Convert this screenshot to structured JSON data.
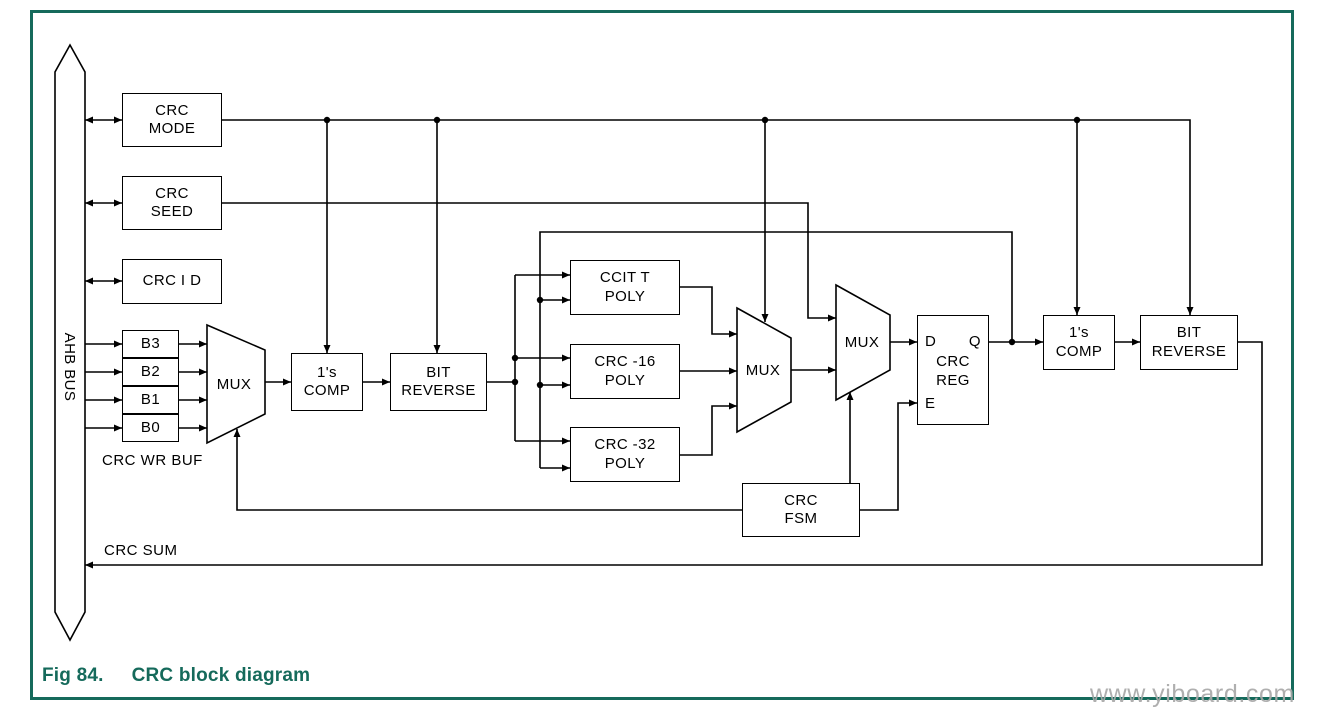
{
  "diagram": {
    "caption": {
      "fig": "Fig 84.",
      "title": "CRC block diagram"
    },
    "watermark": "www.yiboard.com",
    "bus_label": "AHB BUS",
    "mux_label": "MUX",
    "blocks": {
      "crc_mode": "CRC\nMODE",
      "crc_seed": "CRC\nSEED",
      "crc_id": "CRC I D",
      "b3": "B3",
      "b2": "B2",
      "b1": "B1",
      "b0": "B0",
      "wr_buf": "CRC WR  BUF",
      "comp1": "1's\nCOMP",
      "bit_reverse1": "BIT\nREVERSE",
      "ccitt_poly": "CCIT T\nPOLY",
      "crc16_poly": "CRC -16\nPOLY",
      "crc32_poly": "CRC -32\nPOLY",
      "crc_fsm": "CRC\nFSM",
      "comp2": "1's\nCOMP",
      "bit_reverse2": "BIT\nREVERSE",
      "crc_sum": "CRC  SUM",
      "crc_reg": {
        "label": "CRC\nREG",
        "d": "D",
        "q": "Q",
        "e": "E"
      }
    },
    "colors": {
      "accent": "#156a5b",
      "line": "#000000",
      "watermark": "#a9a9a9"
    }
  }
}
